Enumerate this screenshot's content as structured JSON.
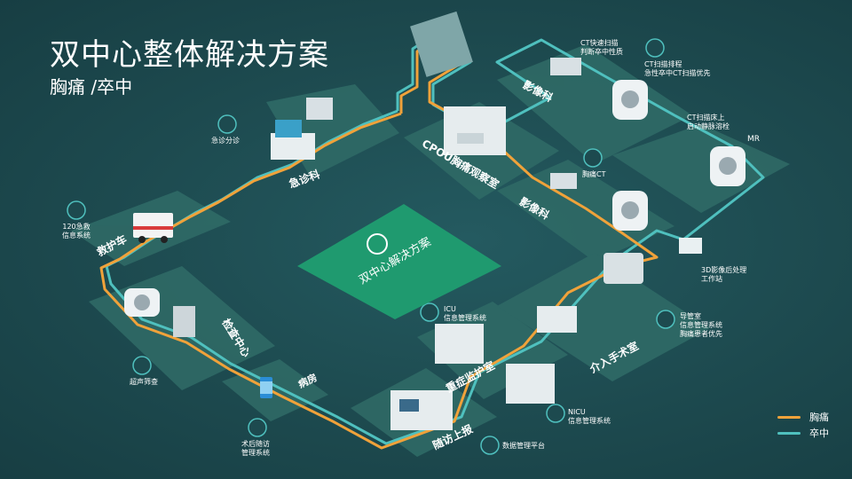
{
  "title": "双中心整体解决方案",
  "subtitle": "胸痛 /卒中",
  "center_label": "双中心解决方案",
  "zones": {
    "emergency": "急诊科",
    "ambulance": "救护车",
    "exam": "检查中心",
    "ward": "病房",
    "followup": "随访上报",
    "cpu": "CPOU胸痛观察室",
    "imaging_top": "影像科",
    "imaging_mid": "影像科",
    "icu_room": "重症监护室",
    "intervention": "介入手术室"
  },
  "callouts": {
    "triage": "急诊分诊",
    "ems_120": [
      "120急救",
      "信息系统"
    ],
    "ultrasound": "超声筛查",
    "post_followup": [
      "术后随访",
      "管理系统"
    ],
    "data_platform": "数据管理平台",
    "icu": [
      "ICU",
      "信息管理系统"
    ],
    "nicu": [
      "NICU",
      "信息管理系统"
    ],
    "catheter": [
      "导管室",
      "信息管理系统",
      "胸痛患者优先"
    ],
    "workstation": [
      "3D影像后处理",
      "工作站"
    ],
    "ct_fast": [
      "CT快速扫描",
      "判断卒中性质"
    ],
    "ct_priority": [
      "CT扫描排程",
      "急性卒中CT扫描优先"
    ],
    "ct_vein": [
      "CT扫描床上",
      "启动静脉溶栓"
    ],
    "mr": "MR",
    "chest_ct": "胸痛CT"
  },
  "legend": [
    {
      "label": "胸痛",
      "color": "#f0a23a"
    },
    {
      "label": "卒中",
      "color": "#4fc0be"
    }
  ],
  "colors": {
    "background": "#1d4a4f",
    "platform": "#2f6a66",
    "center_button": "#1f9a6f",
    "chest_pain": "#f0a23a",
    "stroke": "#4fc0be"
  }
}
